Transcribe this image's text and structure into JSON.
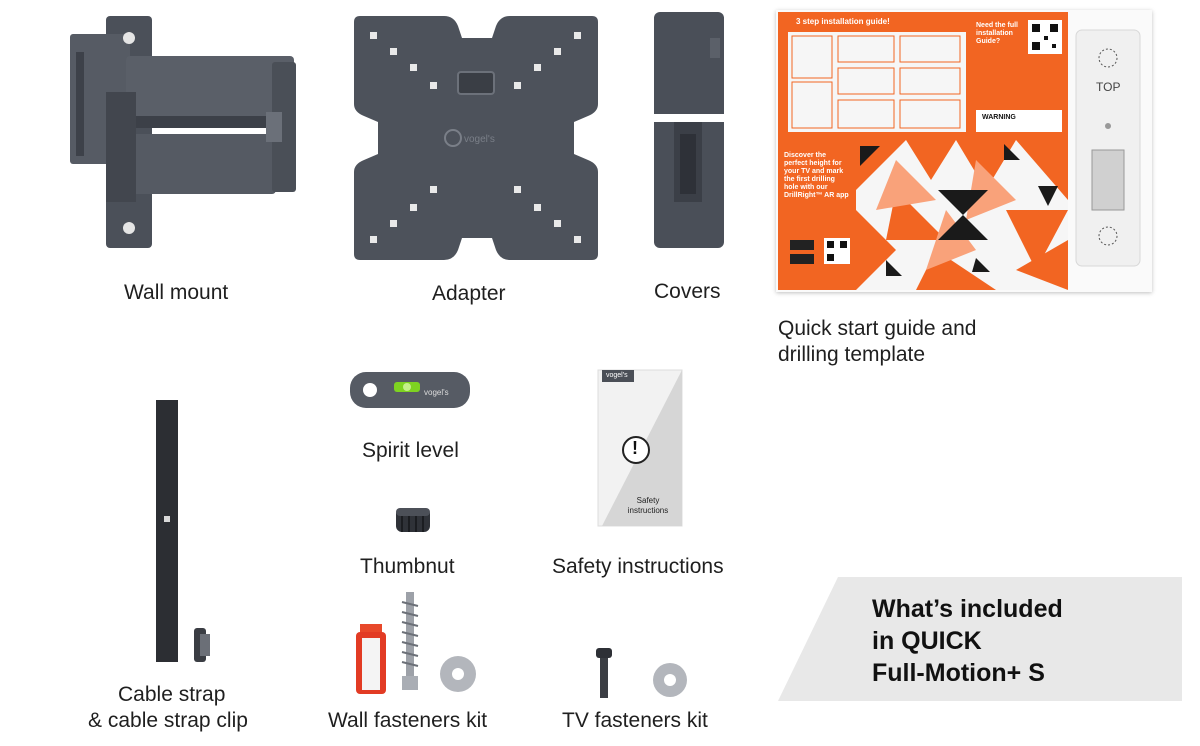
{
  "items": {
    "wall_mount": "Wall mount",
    "adapter": "Adapter",
    "covers": "Covers",
    "quick_start_line1": "Quick start guide and",
    "quick_start_line2": "drilling template",
    "spirit_level": "Spirit level",
    "thumbnut": "Thumbnut",
    "safety_instructions": "Safety instructions",
    "cable_strap_line1": "Cable strap",
    "cable_strap_line2": "& cable strap clip",
    "wall_fasteners": "Wall fasteners kit",
    "tv_fasteners": "TV fasteners kit"
  },
  "banner": {
    "line1": "What’s included",
    "line2": "in QUICK",
    "line3": "Full-Motion+ S"
  },
  "guide": {
    "header": "3 step installation guide!",
    "need_full": "Need the full installation Guide?",
    "discover": "Discover the perfect height for your TV and mark the first drilling hole with our DrillRight™ AR app",
    "top_label": "TOP",
    "warning": "WARNING"
  },
  "booklet": {
    "brand": "vogel's",
    "title": "Safety instructions",
    "mark": "!"
  },
  "adapter_logo": "vogel's",
  "colors": {
    "orange": "#f26522",
    "metal": "#4a4f58",
    "banner_bg": "#e8e8e8"
  }
}
